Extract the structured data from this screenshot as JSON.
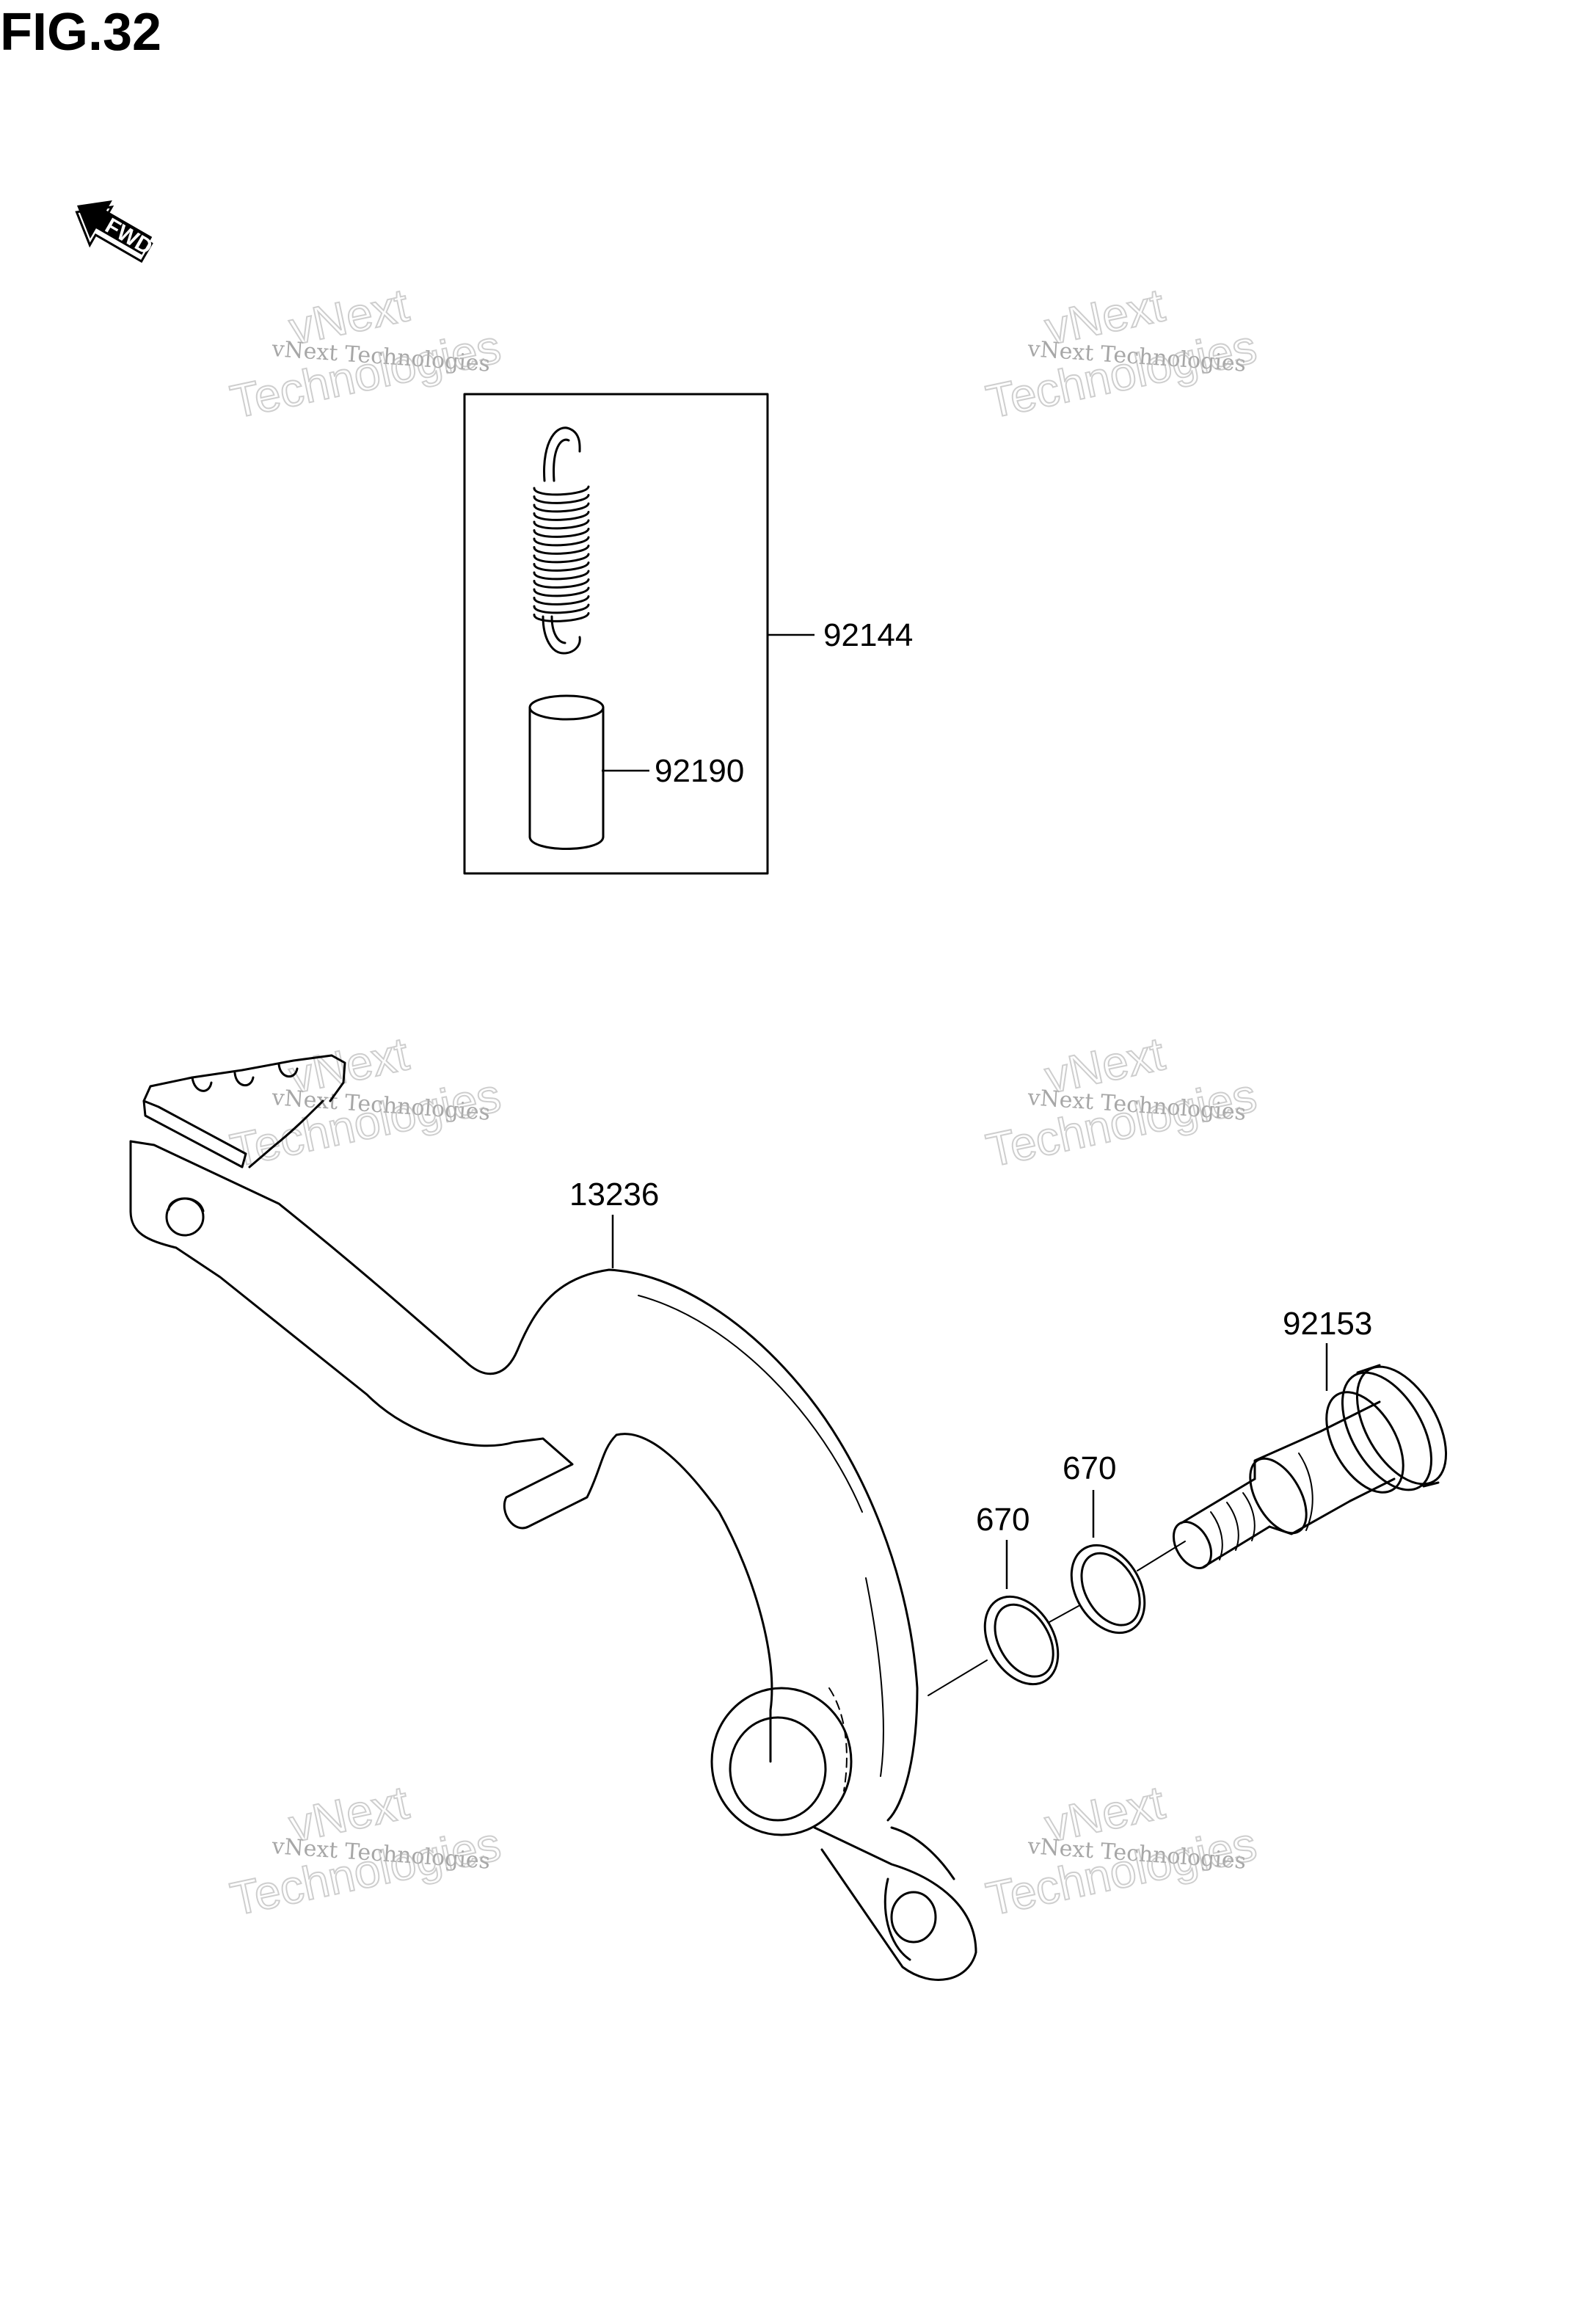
{
  "figure": {
    "title": "FIG.32"
  },
  "direction_marker": {
    "label": "FWD",
    "icon": "forward-arrow-icon"
  },
  "kit_box": {
    "label": "92144"
  },
  "parts": {
    "spring_kit": "92144",
    "collar": "92190",
    "brake_pedal": "13236",
    "pivot_bolt": "92153",
    "o_ring_left": "670",
    "o_ring_right": "670"
  },
  "watermark": {
    "line1": "vNext Technologies",
    "line2a": "vNext",
    "line2b": "Technologies"
  },
  "colors": {
    "ink": "#000000",
    "watermark": "#9a9a9a",
    "background": "#ffffff"
  }
}
